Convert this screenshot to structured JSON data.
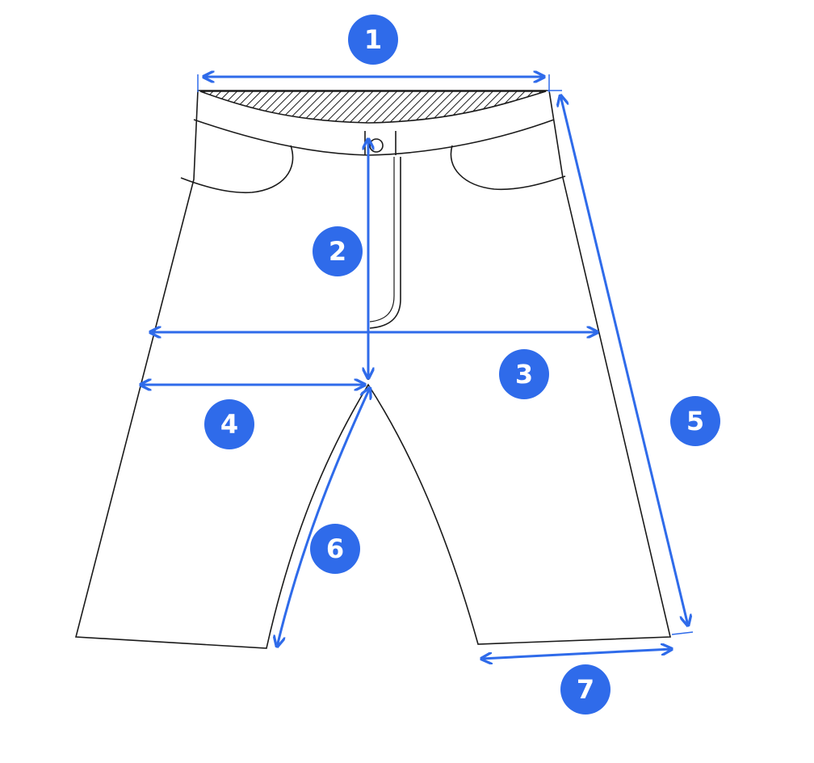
{
  "colors": {
    "accent": "#2f6bea",
    "outline": "#1a1a1a",
    "background": "#ffffff"
  },
  "markers": [
    {
      "id": "1",
      "label": "1"
    },
    {
      "id": "2",
      "label": "2"
    },
    {
      "id": "3",
      "label": "3"
    },
    {
      "id": "4",
      "label": "4"
    },
    {
      "id": "5",
      "label": "5"
    },
    {
      "id": "6",
      "label": "6"
    },
    {
      "id": "7",
      "label": "7"
    }
  ]
}
